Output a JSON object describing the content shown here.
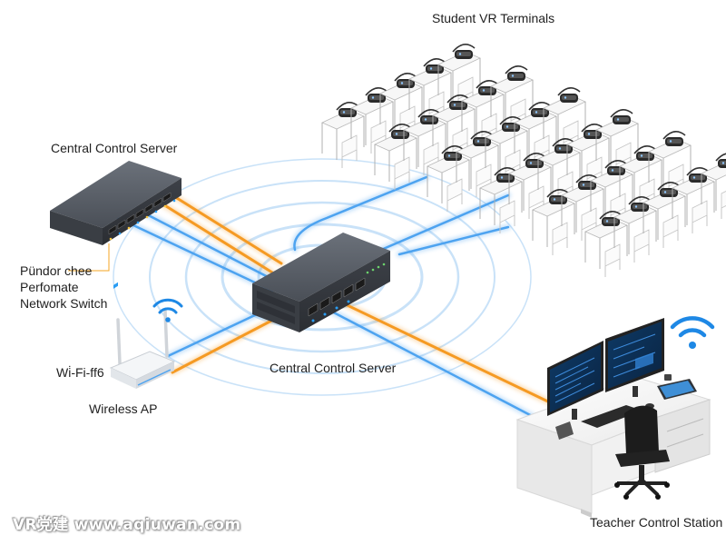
{
  "title": "Student VR Terminals",
  "nodes": {
    "server_top": "Central Control Server",
    "switch_lines": [
      "Pündor chee",
      "Perfomate",
      "Network Switch"
    ],
    "wifi6": "Wi̇-Fi-ff6",
    "wireless_ap": "Wireless AP",
    "server_mid": "Central Control Server",
    "teacher": "Teacher Control Station"
  },
  "watermark": "VR党建 www.aqiuwan.com",
  "colors": {
    "wired_link": "#f59a23",
    "wireless_link": "#4da3f0",
    "wifi_icon": "#1e88e5",
    "device_body": "#4a4f57",
    "desk": "#f2f2f2"
  },
  "icons": [
    "wifi-icon",
    "vr-headset-icon",
    "server-icon",
    "router-icon",
    "monitor-icon",
    "tablet-icon"
  ]
}
